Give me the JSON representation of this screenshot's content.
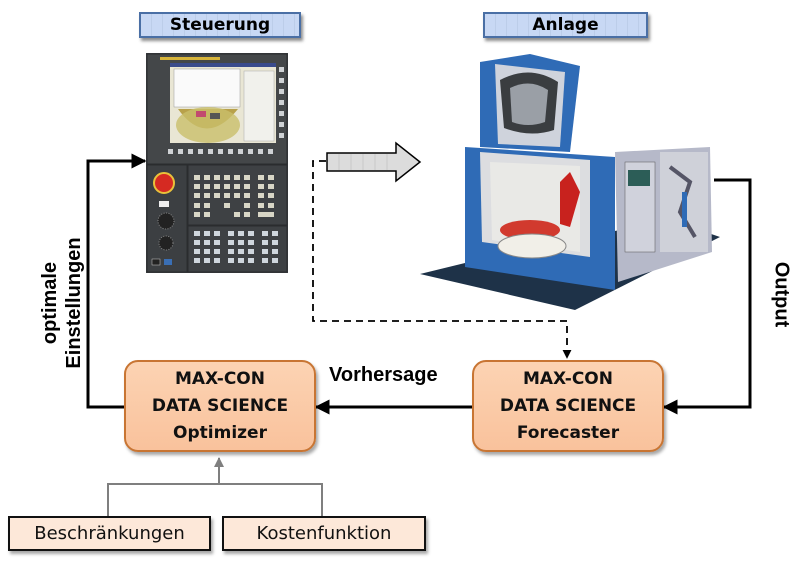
{
  "headers": {
    "steuerung": "Steuerung",
    "anlage": "Anlage"
  },
  "images": {
    "controller": "cnc-control-panel",
    "machine": "machining-center"
  },
  "boxes": {
    "optimizer": {
      "line1": "MAX-CON",
      "line2": "DATA SCIENCE",
      "line3": "Optimizer"
    },
    "forecaster": {
      "line1": "MAX-CON",
      "line2": "DATA SCIENCE",
      "line3": "Forecaster"
    },
    "constraints": "Beschränkungen",
    "cost_function": "Kostenfunktion"
  },
  "labels": {
    "vorhersage": "Vorhersage",
    "output": "Output",
    "optimal_line1": "optimale",
    "optimal_line2": "Einstellungen"
  },
  "colors": {
    "box_fill": "#fbcba6",
    "box_border": "#c87533",
    "header_fill": "#c8d8f4",
    "header_border": "#4a6fa5",
    "small_box_fill": "#fde8d9"
  }
}
